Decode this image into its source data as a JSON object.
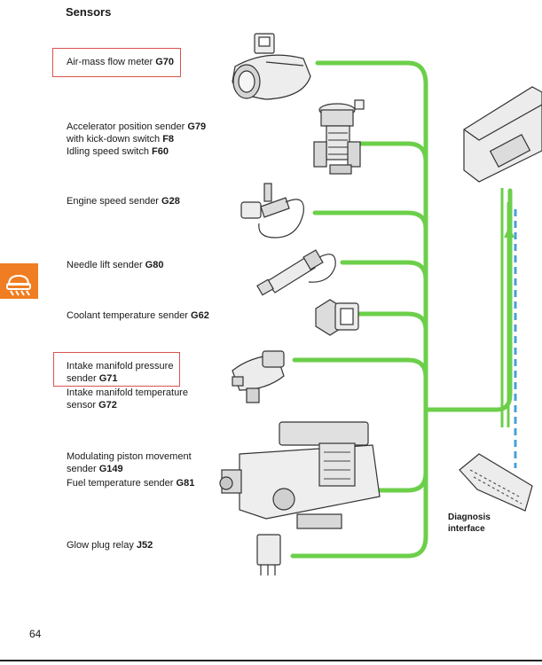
{
  "page": {
    "title": "Sensors",
    "page_number": "64"
  },
  "components": [
    {
      "line1_text": "Air-mass flow meter ",
      "line1_code": "G70"
    },
    {
      "line1_text": "Accelerator position sender ",
      "line1_code": "G79",
      "line2_text": "with kick-down switch ",
      "line2_code": "F8",
      "line3_text": "Idling speed switch ",
      "line3_code": "F60"
    },
    {
      "line1_text": "Engine speed sender ",
      "line1_code": "G28"
    },
    {
      "line1_text": "Needle lift sender ",
      "line1_code": "G80"
    },
    {
      "line1_text": "Coolant temperature sender ",
      "line1_code": "G62"
    },
    {
      "line1_text": "Intake manifold pressure",
      "line1_code": "",
      "line2_text": "sender ",
      "line2_code": "G71",
      "line3_text": "Intake manifold temperature",
      "line3_code": "",
      "line4_text": "sensor ",
      "line4_code": "G72"
    },
    {
      "line1_text": "Modulating piston movement",
      "line1_code": "",
      "line2_text": "sender ",
      "line2_code": "G149",
      "line3_text": "Fuel temperature sender ",
      "line3_code": "G81"
    },
    {
      "line1_text": "Glow plug relay ",
      "line1_code": "J52"
    }
  ],
  "diagnosis": {
    "line1": "Diagnosis",
    "line2": "interface"
  },
  "colors": {
    "signal_line": "#6ccf4a",
    "highlight_box": "#d9534f",
    "sidebar_tab": "#f07d21",
    "data_link": "#4a9fd8"
  },
  "icons": [
    "air-mass-meter-icon",
    "accelerator-sender-icon",
    "engine-speed-sender-icon",
    "needle-lift-sender-icon",
    "coolant-sender-icon",
    "manifold-pressure-sender-icon",
    "injection-pump-icon",
    "relay-icon",
    "control-unit-icon",
    "diagnosis-connector-icon",
    "warning-light-icon"
  ]
}
